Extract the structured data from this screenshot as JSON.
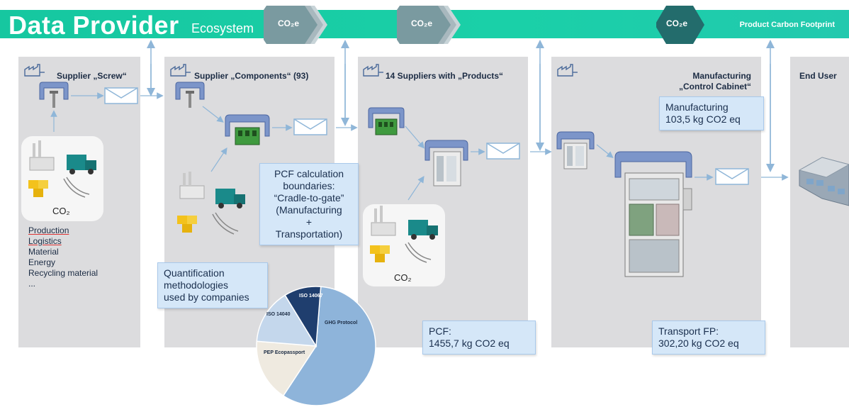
{
  "header": {
    "title": "Data Provider",
    "subtitle": "Ecosystem",
    "right_label": "Product Carbon Footprint",
    "co2_badge": "CO₂e"
  },
  "columns": [
    {
      "title": "Supplier „Screw“"
    },
    {
      "title": "Supplier „Components“ (93)"
    },
    {
      "title": "14 Suppliers with „Products“"
    },
    {
      "title_line1": "Manufacturing",
      "title_line2": "„Control Cabinet“"
    },
    {
      "title": "End User"
    }
  ],
  "emissions": {
    "co2_label": "CO₂",
    "items": [
      "Production",
      "Logistics",
      "Material",
      "Energy",
      "Recycling material",
      "..."
    ]
  },
  "callouts": {
    "pcf_boundaries": [
      "PCF calculation",
      "boundaries:",
      "“Cradle-to-gate”",
      "(Manufacturing",
      "+",
      "Transportation)"
    ],
    "quantification": [
      "Quantification",
      "methodologies",
      "used by companies"
    ],
    "pcf_products": [
      "PCF:",
      "1455,7 kg CO2 eq"
    ],
    "manufacturing": [
      "Manufacturing",
      "103,5 kg CO2 eq"
    ],
    "transport": [
      "Transport FP:",
      "302,20 kg CO2 eq"
    ]
  },
  "chart_data": {
    "type": "pie",
    "title": "",
    "series": [
      {
        "name": "GHG Protocol",
        "value": 58,
        "color": "#8eb4da"
      },
      {
        "name": "PEP Ecopassport",
        "value": 17,
        "color": "#efeae0"
      },
      {
        "name": "ISO 14040",
        "value": 15,
        "color": "#c4d7ec"
      },
      {
        "name": "ISO 14067",
        "value": 10,
        "color": "#1f3e6e"
      }
    ]
  },
  "colors": {
    "header": "#1ad0a8",
    "badge": "#2a8a8a",
    "column_bg": "#dcdcde",
    "callout_bg": "#d5e7f8",
    "arrow": "#8fb6d8"
  }
}
